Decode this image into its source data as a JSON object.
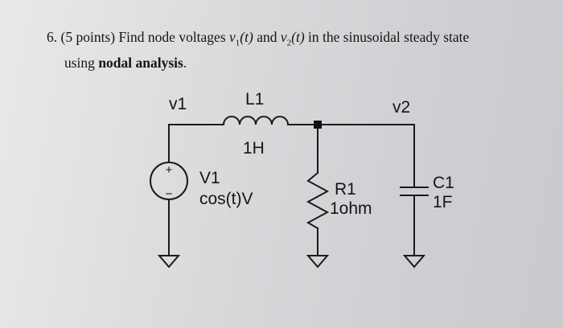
{
  "problem": {
    "number": "6.",
    "points": "(5 points)",
    "text_a": "Find node voltages",
    "v1_sym": "v",
    "v1_sub": "1",
    "v1_arg": "(t)",
    "and_word": "and",
    "v2_sym": "v",
    "v2_sub": "2",
    "v2_arg": "(t)",
    "text_b": "in the sinusoidal steady state",
    "text_c": "using",
    "method": "nodal analysis",
    "period": "."
  },
  "circuit": {
    "node1_label": "v1",
    "node2_label": "v2",
    "inductor_name": "L1",
    "inductor_value": "1H",
    "source_name": "V1",
    "source_value": "cos(t)V",
    "resistor_name": "R1",
    "resistor_value": "1ohm",
    "capacitor_name": "C1",
    "capacitor_value": "1F",
    "source_plus": "+",
    "source_minus": "−"
  }
}
